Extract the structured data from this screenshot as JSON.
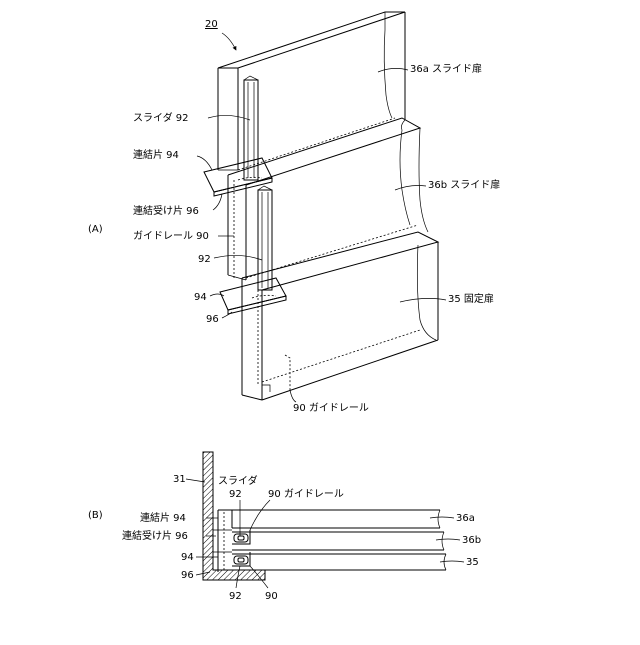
{
  "figure_number": "20",
  "panel_a": {
    "label": "(A)",
    "callouts": {
      "slide_door_36a": "36a スライド扉",
      "slide_door_36b": "36b スライド扉",
      "fixed_door_35": "35 固定扉",
      "slider_top": "スライダ 92",
      "connector_top": "連結片 94",
      "receiver_top": "連結受け片 96",
      "guide_rail_90": "ガイドレール 90",
      "slider_lower": "92",
      "connector_lower": "94",
      "receiver_lower": "96",
      "guide_rail_bottom": "90 ガイドレール"
    }
  },
  "panel_b": {
    "label": "(B)",
    "callouts": {
      "wall_31": "31",
      "slider_label": "スライダ",
      "slider_num": "92",
      "guide_rail": "90 ガイドレール",
      "connector_94": "連結片 94",
      "receiver_96": "連結受け片 96",
      "num_94": "94",
      "num_96": "96",
      "num_92_bottom": "92",
      "num_90_bottom": "90",
      "door_36a": "36a",
      "door_36b": "36b",
      "door_35": "35"
    }
  }
}
